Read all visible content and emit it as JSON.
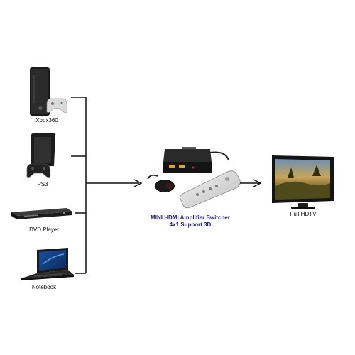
{
  "sources": [
    {
      "label": "Xbox360",
      "icon": "xbox360-console-icon"
    },
    {
      "label": "PS3",
      "icon": "ps3-console-icon"
    },
    {
      "label": "DVD Player",
      "icon": "dvd-player-icon"
    },
    {
      "label": "Notebook",
      "icon": "notebook-laptop-icon"
    }
  ],
  "switcher": {
    "title": "MINI HDMI Amplifier Switcher",
    "subtitle": "4x1 Support 3D",
    "icon": "hdmi-switcher-icon",
    "remote_icon": "remote-control-icon",
    "ir_icon": "ir-receiver-icon",
    "label_color": "#1b1b8a"
  },
  "output": {
    "label": "Full HDTV",
    "icon": "flat-tv-icon"
  }
}
